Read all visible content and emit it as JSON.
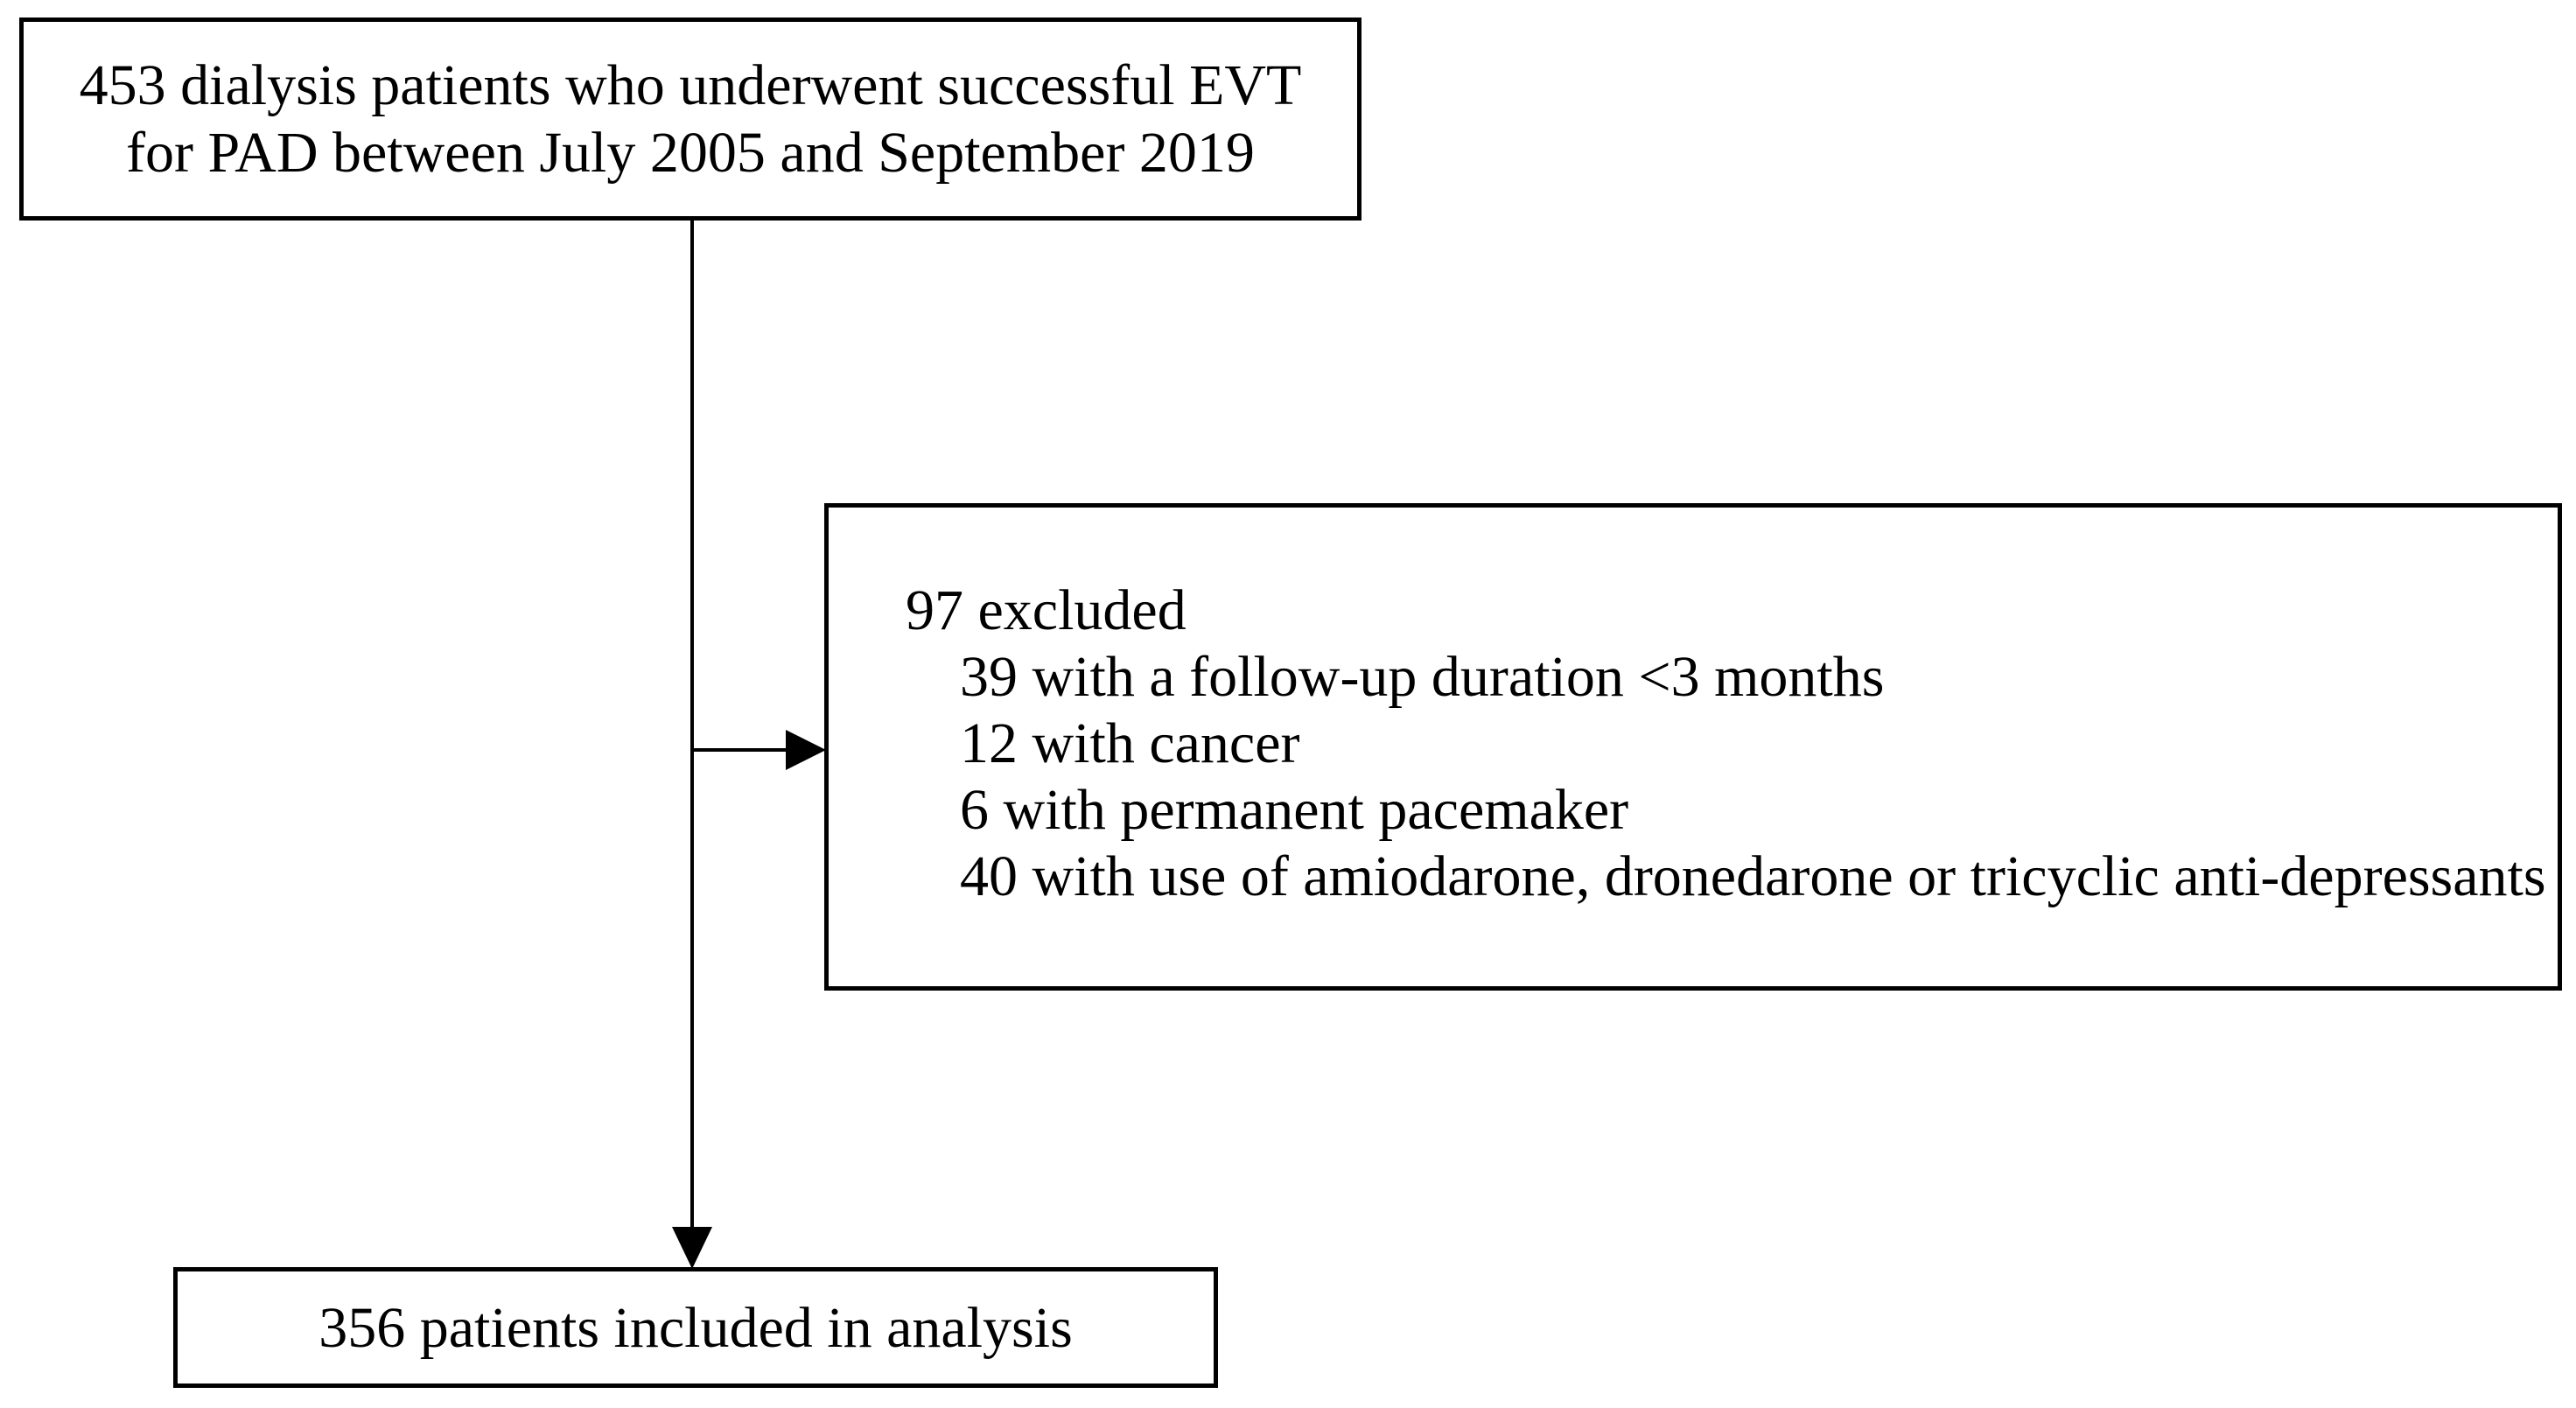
{
  "figure": {
    "type": "patient-flow-diagram",
    "background_color": "#ffffff",
    "line_color": "#000000",
    "text_color": "#000000"
  },
  "boxes": {
    "enrollment": {
      "line1": "453 dialysis patients who underwent successful EVT",
      "line2": "for PAD between July 2005 and September 2019"
    },
    "exclusion": {
      "header": "97 excluded",
      "items": [
        "39 with a follow-up duration <3 months",
        "12 with cancer",
        "6 with permanent pacemaker",
        "40 with use of amiodarone, dronedarone or tricyclic anti-depressants"
      ]
    },
    "included": {
      "text": "356 patients included in analysis"
    }
  }
}
